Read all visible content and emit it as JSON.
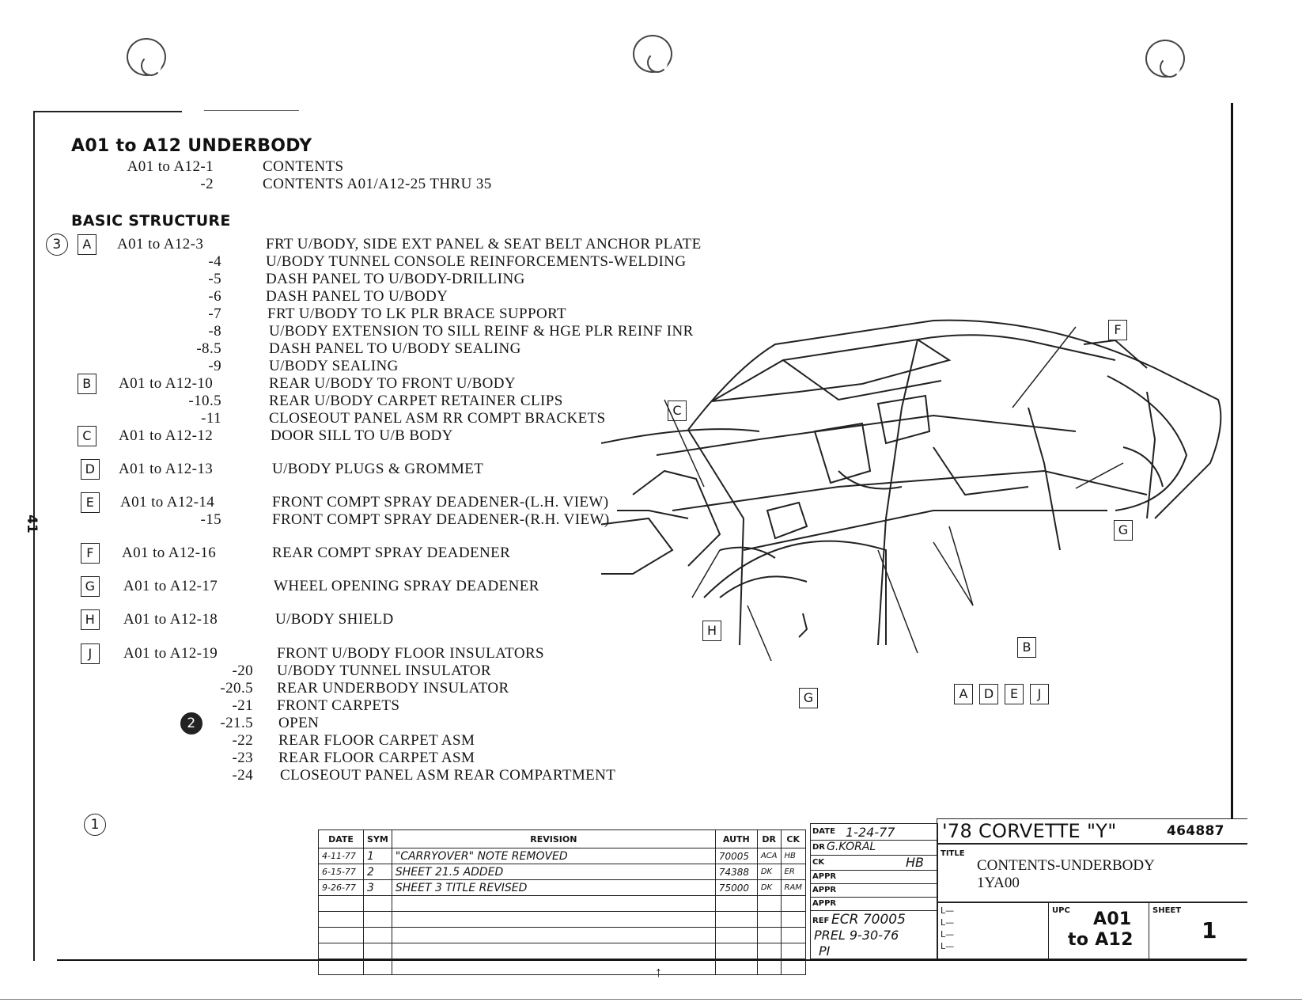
{
  "section_title": "A01 to A12 UNDERBODY",
  "contents_rows": [
    {
      "num": "A01 to A12-1",
      "label": "CONTENTS"
    },
    {
      "num": "-2",
      "label": "CONTENTS A01/A12-25 THRU 35"
    }
  ],
  "basic_structure_title": "BASIC STRUCTURE",
  "structure_rows": [
    {
      "circle": "3",
      "box": "A",
      "num": "A01 to A12-3",
      "label": "FRT U/BODY, SIDE EXT PANEL & SEAT BELT ANCHOR PLATE"
    },
    {
      "num": "-4",
      "label": "U/BODY TUNNEL CONSOLE REINFORCEMENTS-WELDING"
    },
    {
      "num": "-5",
      "label": "DASH PANEL TO U/BODY-DRILLING"
    },
    {
      "num": "-6",
      "label": "DASH PANEL TO U/BODY"
    },
    {
      "num": "-7",
      "label": "FRT U/BODY TO LK PLR BRACE SUPPORT"
    },
    {
      "num": "-8",
      "label": "U/BODY EXTENSION TO SILL REINF & HGE PLR REINF INR"
    },
    {
      "num": "-8.5",
      "label": "DASH PANEL TO U/BODY SEALING"
    },
    {
      "num": "-9",
      "label": "U/BODY SEALING"
    },
    {
      "box": "B",
      "num": "A01 to A12-10",
      "label": "REAR U/BODY TO FRONT U/BODY"
    },
    {
      "num": "-10.5",
      "label": "REAR U/BODY CARPET RETAINER CLIPS"
    },
    {
      "num": "-11",
      "label": "CLOSEOUT PANEL ASM RR COMPT BRACKETS"
    },
    {
      "box": "C",
      "num": "A01 to A12-12",
      "label": "DOOR SILL TO U/B BODY"
    },
    {
      "box": "D",
      "num": "A01 to A12-13",
      "label": "U/BODY PLUGS & GROMMET"
    },
    {
      "box": "E",
      "num": "A01 to A12-14",
      "label": "FRONT COMPT SPRAY DEADENER-(L.H. VIEW)"
    },
    {
      "num": "-15",
      "label": "FRONT COMPT SPRAY DEADENER-(R.H. VIEW)"
    },
    {
      "box": "F",
      "num": "A01 to A12-16",
      "label": "REAR COMPT SPRAY DEADENER"
    },
    {
      "box": "G",
      "num": "A01 to A12-17",
      "label": "WHEEL OPENING SPRAY DEADENER"
    },
    {
      "box": "H",
      "num": "A01 to A12-18",
      "label": "U/BODY SHIELD"
    },
    {
      "box": "J",
      "num": "A01 to A12-19",
      "label": "FRONT U/BODY FLOOR INSULATORS"
    },
    {
      "num": "-20",
      "label": "U/BODY TUNNEL INSULATOR"
    },
    {
      "num": "-20.5",
      "label": "REAR UNDERBODY INSULATOR"
    },
    {
      "num": "-21",
      "label": "FRONT CARPETS"
    },
    {
      "circle": "2",
      "num": "-21.5",
      "label": "OPEN"
    },
    {
      "num": "-22",
      "label": "REAR FLOOR CARPET ASM"
    },
    {
      "num": "-23",
      "label": "REAR FLOOR CARPET ASM"
    },
    {
      "num": "-24",
      "label": "CLOSEOUT PANEL ASM REAR COMPARTMENT"
    }
  ],
  "side_page_number": "41",
  "note_circle": "1",
  "diagram_callouts": {
    "c": "C",
    "f": "F",
    "g_right": "G",
    "h": "H",
    "b": "B",
    "g_bottom": "G",
    "a": "A",
    "d": "D",
    "e": "E",
    "j": "J"
  },
  "revision_table": {
    "headers": {
      "date": "DATE",
      "sym": "SYM",
      "revision": "REVISION",
      "auth": "AUTH",
      "dr": "DR",
      "ck": "CK"
    },
    "rows": [
      {
        "date": "4-11-77",
        "sym": "1",
        "revision": "\"CARRYOVER\" NOTE REMOVED",
        "auth": "70005",
        "dr": "ACA",
        "ck": "HB"
      },
      {
        "date": "6-15-77",
        "sym": "2",
        "revision": "SHEET 21.5 ADDED",
        "auth": "74388",
        "dr": "DK",
        "ck": "ER"
      },
      {
        "date": "9-26-77",
        "sym": "3",
        "revision": "SHEET 3 TITLE REVISED",
        "auth": "75000",
        "dr": "DK",
        "ck": "RAM"
      }
    ]
  },
  "approval": {
    "date_label": "DATE",
    "date_value": "1-24-77",
    "dr_label": "DR",
    "dr_value": "G.KORAL",
    "ck_label": "CK",
    "ck_value": "HB",
    "appr_label": "APPR",
    "ref_label": "REF",
    "ref_value1": "ECR 70005",
    "ref_value2": "PREL 9-30-76",
    "ref_value3": "PI"
  },
  "title_block": {
    "model": "'78 CORVETTE \"Y\"",
    "number": "464887",
    "title_label": "TITLE",
    "title_line1": "CONTENTS-UNDERBODY",
    "title_line2": "1YA00",
    "upc_label": "UPC",
    "upc_value1": "A01",
    "upc_value2": "to A12",
    "sheet_label": "SHEET",
    "sheet_value": "1",
    "l_mark": "L—"
  }
}
